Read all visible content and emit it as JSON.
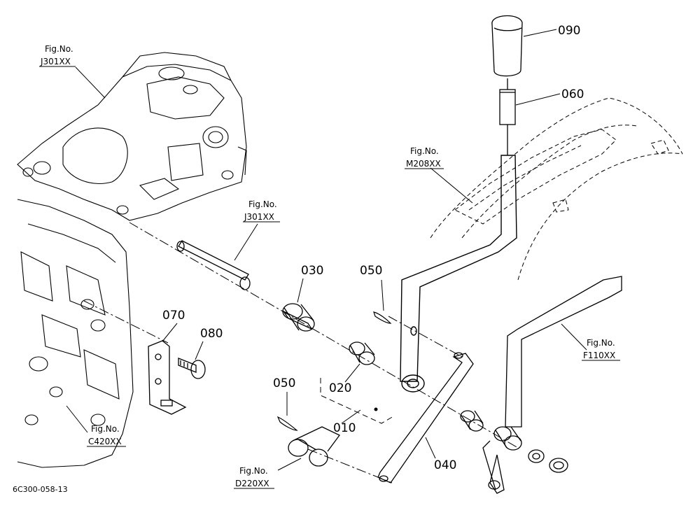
{
  "callouts": [
    {
      "id": "p090",
      "text": "090"
    },
    {
      "id": "p060",
      "text": "060"
    },
    {
      "id": "p030",
      "text": "030"
    },
    {
      "id": "p050a",
      "text": "050"
    },
    {
      "id": "p070",
      "text": "070"
    },
    {
      "id": "p080",
      "text": "080"
    },
    {
      "id": "p020",
      "text": "020"
    },
    {
      "id": "p050b",
      "text": "050"
    },
    {
      "id": "p010",
      "text": "010"
    },
    {
      "id": "p040",
      "text": "040"
    }
  ],
  "figure_refs": [
    {
      "id": "f1",
      "line1": "Fig.No.",
      "line2": "J301XX"
    },
    {
      "id": "f2",
      "line1": "Fig.No.",
      "line2": "J301XX"
    },
    {
      "id": "f3",
      "line1": "Fig.No.",
      "line2": "M208XX"
    },
    {
      "id": "f4",
      "line1": "Fig.No.",
      "line2": "F110XX"
    },
    {
      "id": "f5",
      "line1": "Fig.No.",
      "line2": "C420XX"
    },
    {
      "id": "f6",
      "line1": "Fig.No.",
      "line2": "D220XX"
    }
  ],
  "drawing_code": "6C300-058-13"
}
